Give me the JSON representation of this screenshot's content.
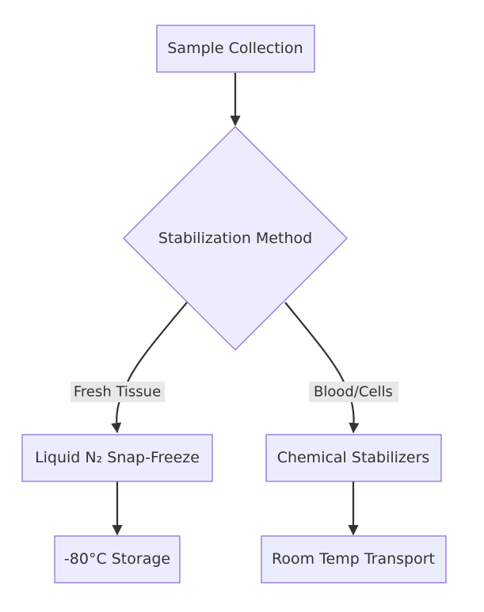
{
  "colors": {
    "node_fill": "#ECECFF",
    "node_stroke": "#9370DB",
    "edge": "#333333",
    "text": "#333333",
    "edge_label_bg": "#E8E8E8"
  },
  "nodes": {
    "sample_collection": "Sample Collection",
    "stabilization_method": "Stabilization Method",
    "liquid_n2": "Liquid N₂ Snap-Freeze",
    "chemical_stabilizers": "Chemical Stabilizers",
    "storage_80": "-80°C Storage",
    "room_temp_transport": "Room Temp Transport"
  },
  "edges": {
    "fresh_tissue": "Fresh Tissue",
    "blood_cells": "Blood/Cells"
  }
}
